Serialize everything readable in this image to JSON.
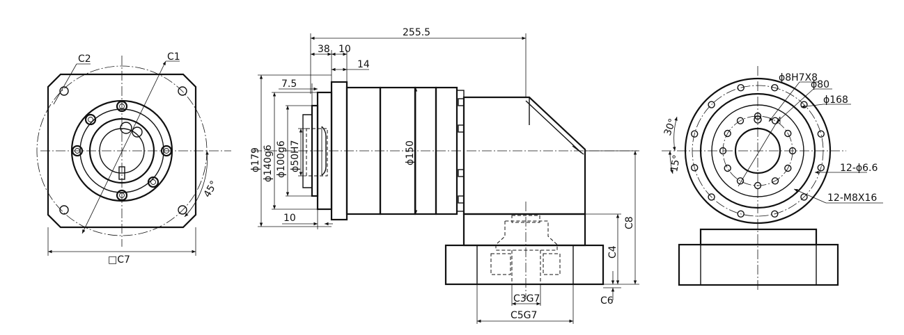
{
  "front_view": {
    "labels": {
      "c2": "C2",
      "c1": "C1",
      "c7": "□C7",
      "angle45": "45°"
    }
  },
  "side_view": {
    "labels": {
      "d255_5": "255.5",
      "d38": "38",
      "d10_top": "10",
      "d14": "14",
      "d7_5": "7.5",
      "d10_bottom": "10",
      "phi179": "ϕ179",
      "phi140g6": "ϕ140g6",
      "phi100g6": "ϕ100g6",
      "phi50h7": "ϕ50H7",
      "phi150": "ϕ150",
      "c8": "C8",
      "c4": "C4",
      "c6": "C6",
      "c3g7": "C3G7",
      "c5g7": "C5G7"
    }
  },
  "end_view": {
    "labels": {
      "phi8h7x8": "ϕ8H7X8",
      "phi80": "ϕ80",
      "phi168": "ϕ168",
      "hole12": "12-ϕ6.6",
      "thread12": "12-M8X16",
      "angle30": "30°",
      "angle15": "15°"
    }
  }
}
